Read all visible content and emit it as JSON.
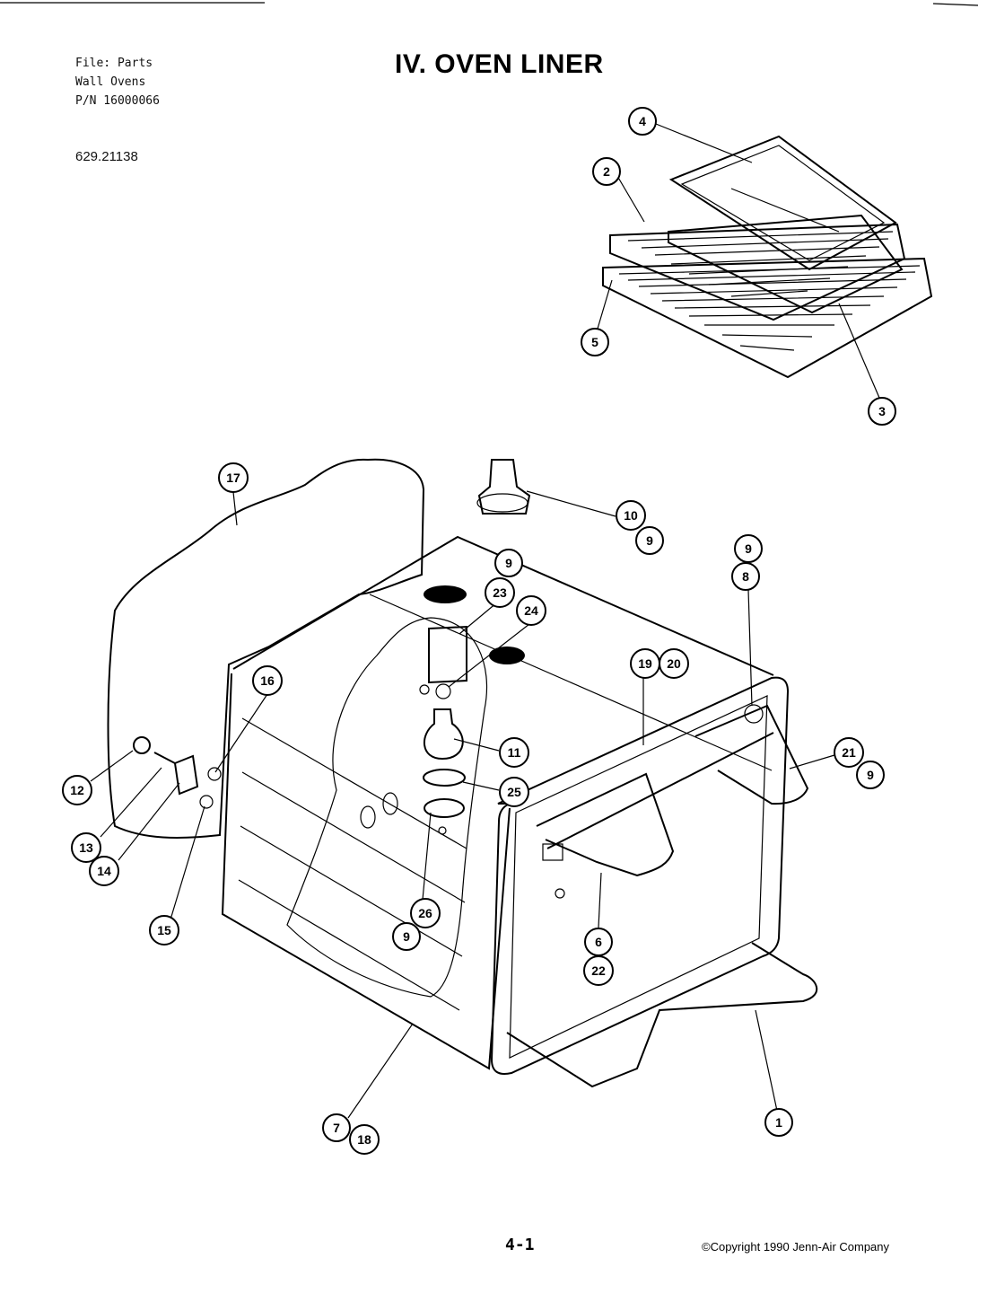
{
  "header": {
    "file_lines": [
      "File: Parts",
      "Wall Ovens",
      "P/N 16000066"
    ],
    "model_number": "629.21138",
    "title": "IV. OVEN LINER"
  },
  "footer": {
    "page_number": "4-1",
    "copyright": "©Copyright 1990 Jenn-Air Company"
  },
  "callouts": [
    {
      "label": "4"
    },
    {
      "label": "2"
    },
    {
      "label": "5"
    },
    {
      "label": "3"
    },
    {
      "label": "17"
    },
    {
      "label": "10"
    },
    {
      "label": "9"
    },
    {
      "label": "9"
    },
    {
      "label": "8"
    },
    {
      "label": "9"
    },
    {
      "label": "23"
    },
    {
      "label": "24"
    },
    {
      "label": "16"
    },
    {
      "label": "19"
    },
    {
      "label": "20"
    },
    {
      "label": "11"
    },
    {
      "label": "21"
    },
    {
      "label": "9"
    },
    {
      "label": "12"
    },
    {
      "label": "25"
    },
    {
      "label": "13"
    },
    {
      "label": "14"
    },
    {
      "label": "15"
    },
    {
      "label": "26"
    },
    {
      "label": "9"
    },
    {
      "label": "6"
    },
    {
      "label": "22"
    },
    {
      "label": "1"
    },
    {
      "label": "7"
    },
    {
      "label": "18"
    }
  ]
}
